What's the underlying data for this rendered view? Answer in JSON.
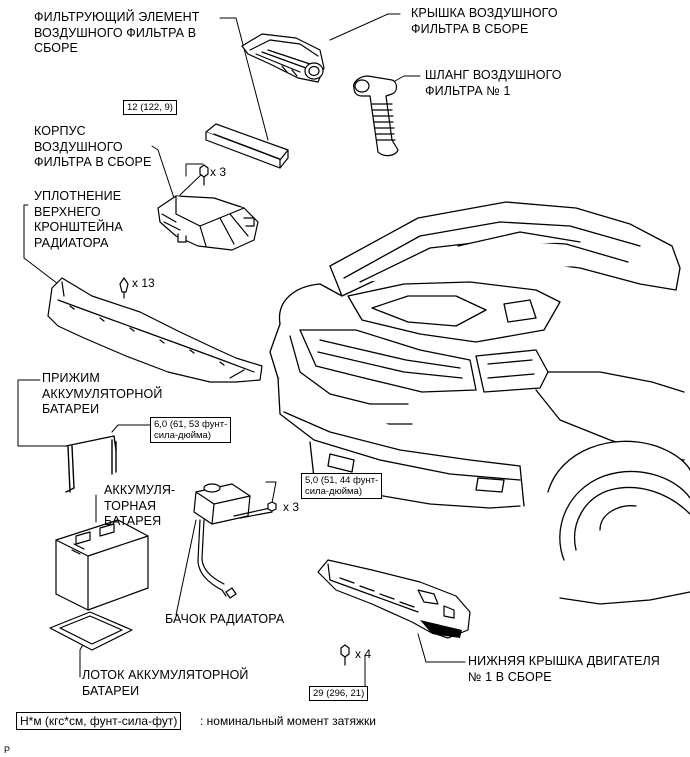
{
  "labels": {
    "filter_element": "ФИЛЬТРУЮЩИЙ ЭЛЕМЕНТ\nВОЗДУШНОГО ФИЛЬТРА В\nСБОРЕ",
    "filter_cover": "КРЫШКА ВОЗДУШНОГО\nФИЛЬТРА В СБОРЕ",
    "air_hose": "ШЛАНГ ВОЗДУШНОГО\nФИЛЬТРА № 1",
    "filter_case": "КОРПУС\nВОЗДУШНОГО\nФИЛЬТРА В СБОРЕ",
    "radiator_seal": "УПЛОТНЕНИЕ\nВЕРХНЕГО\nКРОНШТЕЙНА\nРАДИАТОРА",
    "battery_clamp": "ПРИЖИМ\nАККУМУЛЯТОРНОЙ\nБАТАРЕИ",
    "battery": "АККУМУЛЯ-\nТОРНАЯ\nБАТАРЕЯ",
    "radiator_tank": "БАЧОК РАДИАТОРА",
    "battery_tray": "ЛОТОК АККУМУЛЯТОРНОЙ\nБАТАРЕИ",
    "engine_cover": "НИЖНЯЯ КРЫШКА ДВИГАТЕЛЯ\n№ 1 В СБОРЕ"
  },
  "torques": {
    "filter_case": "12 (122, 9)",
    "battery_clamp": "6,0 (61, 53 фунт-\nсила-дюйма)",
    "radiator_tank": "5,0 (51, 44 фунт-\nсила-дюйма)",
    "engine_cover": "29 (296, 21)"
  },
  "quantities": {
    "filter_case_bolts": "x 3",
    "seal_clips": "x 13",
    "tank_bolts": "x 3",
    "cover_bolts": "x 4"
  },
  "legend": {
    "unit": "Н*м (кгс*см, фунт-сила-фут)",
    "text": ": номинальный момент затяжки"
  },
  "code": "P"
}
